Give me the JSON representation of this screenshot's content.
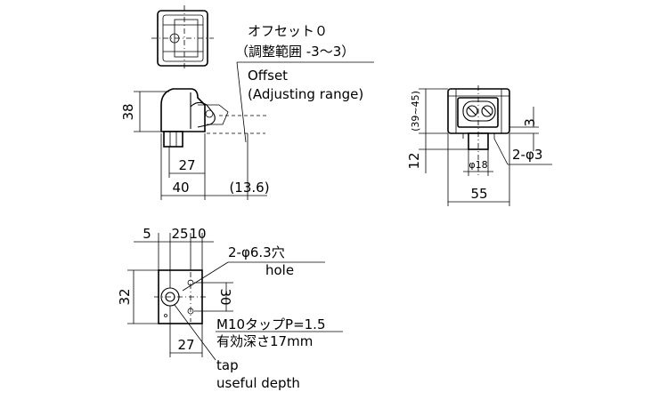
{
  "labels": {
    "offset_jp": "オフセット０",
    "adjust_jp": "（調整範囲 -3〜3）",
    "offset_en": "Offset",
    "adjust_en": "(Adjusting range)",
    "hole_jp": "2-φ6.3穴",
    "hole_en": "hole",
    "tap_jp": "M10タップP=1.5",
    "depth_jp": "有効深さ17mm",
    "tap_en": "tap",
    "depth_en": "useful depth"
  },
  "dims": {
    "side_height": "38",
    "side_w27": "27",
    "side_w40": "40",
    "side_w136": "(13.6)",
    "front_range": "(39~45)",
    "front_12": "12",
    "front_3": "3",
    "front_phi18": "φ18",
    "front_holes": "2-φ3",
    "front_55": "55",
    "bot_5": "5",
    "bot_25": "25",
    "bot_10": "10",
    "bot_32": "32",
    "bot_30": "30",
    "bot_27": "27"
  }
}
